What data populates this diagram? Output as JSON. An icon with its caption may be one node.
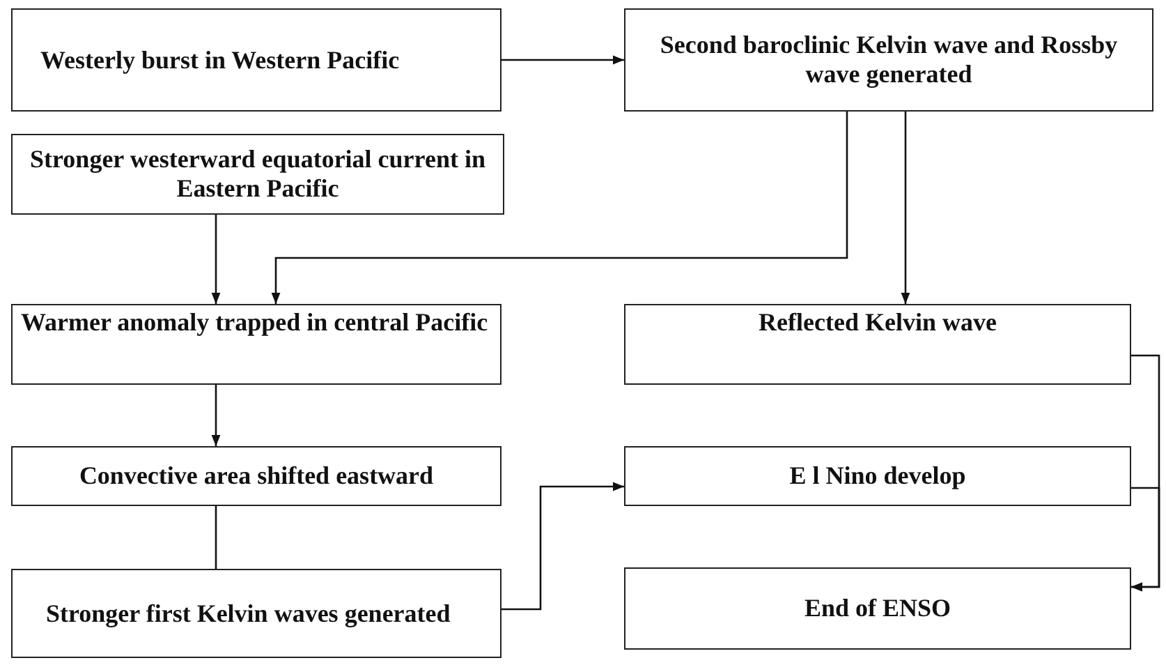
{
  "diagram": {
    "nodes": [
      {
        "text": [
          "Westerly burst in Western Pacific"
        ]
      },
      {
        "text": [
          "Second baroclinic Kelvin wave and Rossby wave generated"
        ]
      },
      {
        "text": [
          "Stronger westerward equatorial current in Eastern Pacific"
        ]
      },
      {
        "text": [
          "Warmer anomaly trapped in central Pacific"
        ]
      },
      {
        "text": [
          "Reflected Kelvin wave"
        ]
      },
      {
        "text": [
          "Convective area shifted eastward"
        ]
      },
      {
        "text": [
          "Stronger first Kelvin waves generated"
        ]
      },
      {
        "text": [
          "E l Nino develop"
        ]
      },
      {
        "text": [
          "End of ENSO"
        ]
      }
    ],
    "edges": [
      {
        "from": 0,
        "to": 1,
        "arrow": "to"
      },
      {
        "from": 2,
        "to": 3,
        "arrow": "to"
      },
      {
        "from": 1,
        "to": 3,
        "arrow": "to"
      },
      {
        "from": 1,
        "to": 4,
        "arrow": "to"
      },
      {
        "from": 3,
        "to": 5,
        "arrow": "to"
      },
      {
        "from": 5,
        "to": 6,
        "arrow": "none"
      },
      {
        "from": 6,
        "to": 7,
        "arrow": "to"
      },
      {
        "from": 4,
        "to": 8,
        "arrow": "to"
      },
      {
        "from": 7,
        "to": 8,
        "arrow": "to"
      }
    ]
  }
}
